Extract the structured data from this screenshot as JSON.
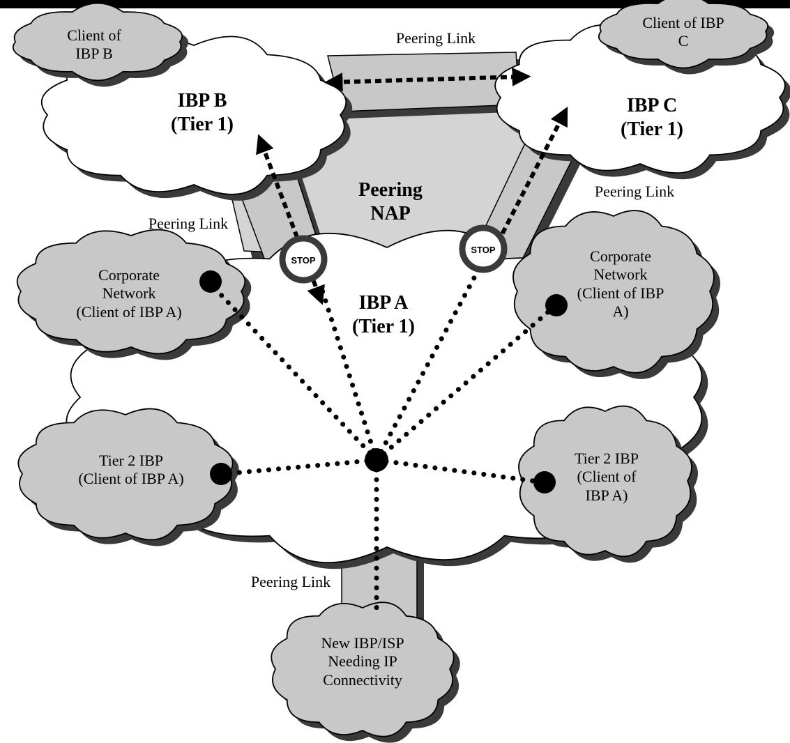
{
  "labels": {
    "ibp_b": "IBP B\n(Tier 1)",
    "ibp_c": "IBP C\n(Tier 1)",
    "ibp_a": "IBP A\n(Tier 1)",
    "peering_nap": "Peering\nNAP",
    "client_of_ibp_b": "Client of\nIBP B",
    "client_of_ibp_c": "Client of IBP\nC",
    "peering_link_top": "Peering Link",
    "peering_link_right": "Peering Link",
    "peering_link_left": "Peering Link",
    "peering_link_bottom": "Peering Link",
    "corporate_left": "Corporate\nNetwork\n(Client of IBP A)",
    "corporate_right": "Corporate\nNetwork\n(Client of IBP\nA)",
    "tier2_left": "Tier 2 IBP\n(Client of IBP A)",
    "tier2_right": "Tier 2 IBP\n(Client of\nIBP A)",
    "new_isp": "New IBP/ISP\nNeeding IP\nConnectivity",
    "stop_left": "STOP",
    "stop_right": "STOP"
  },
  "colors": {
    "cloud_gray": "#c8c8c8",
    "cloud_white": "#ffffff",
    "nap_gray": "#d4d4d4",
    "shadow": "#3a3a3a",
    "outline": "#000000"
  }
}
